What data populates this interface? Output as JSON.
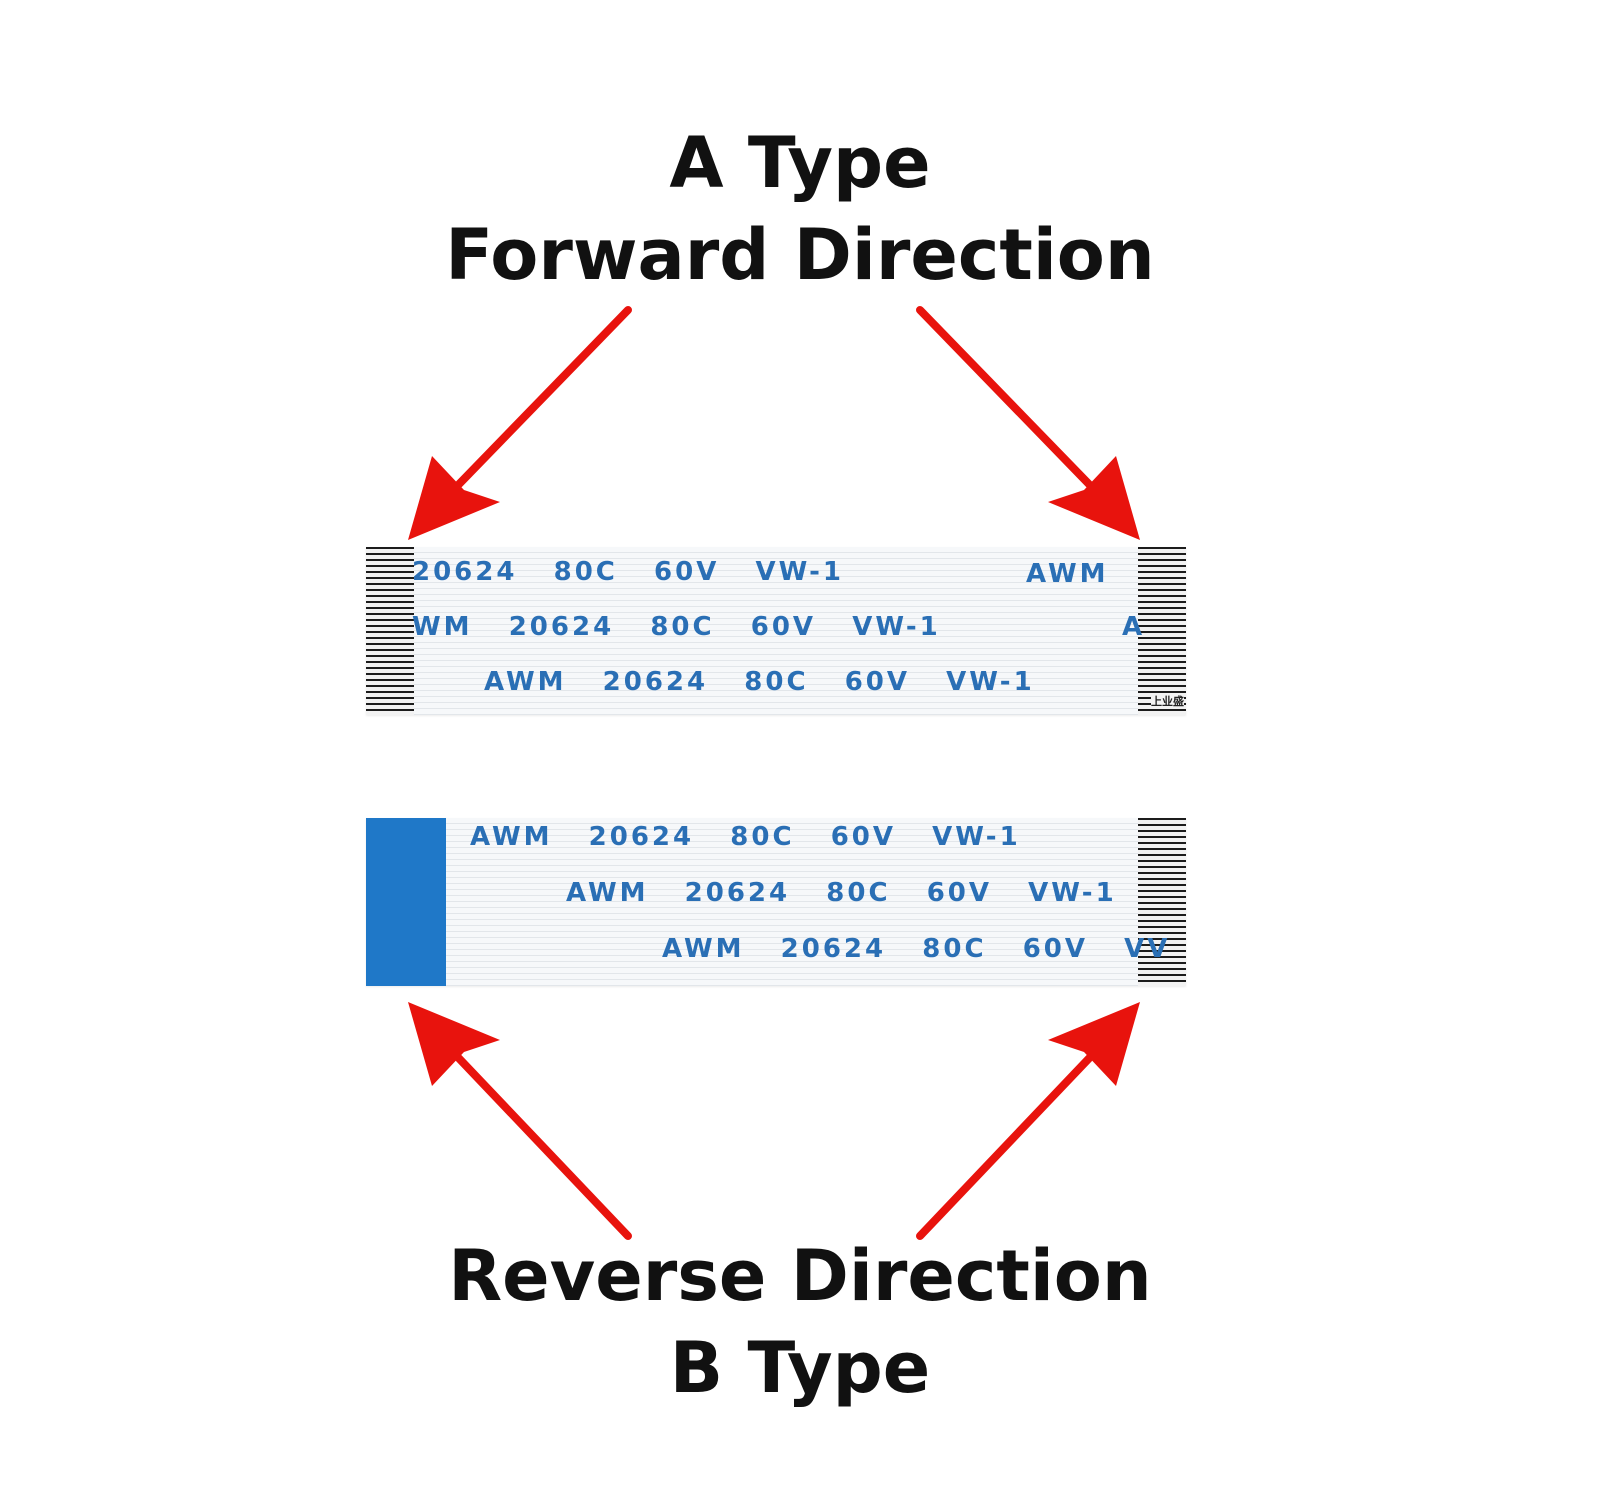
{
  "heading_top": {
    "line1": "A Type",
    "line2": "Forward Direction"
  },
  "heading_bottom": {
    "line1": "Reverse Direction",
    "line2": "B Type"
  },
  "cable_a": {
    "rows": [
      "20624   80C   60V   VW-1",
      "AWM",
      "WM   20624   80C   60V   VW-1",
      "A",
      "AWM   20624   80C   60V   VW-1"
    ],
    "mark": "上业盛"
  },
  "cable_b": {
    "rows": [
      "AWM   20624   80C   60V   VW-1",
      "AWM   20624   80C   60V   VW-1",
      "AWM   20624   80C   60V   VV"
    ]
  },
  "colors": {
    "arrow": "#e8130d",
    "print": "#2a6fb5",
    "stiffener": "#1f78c8",
    "heading": "#111111"
  }
}
